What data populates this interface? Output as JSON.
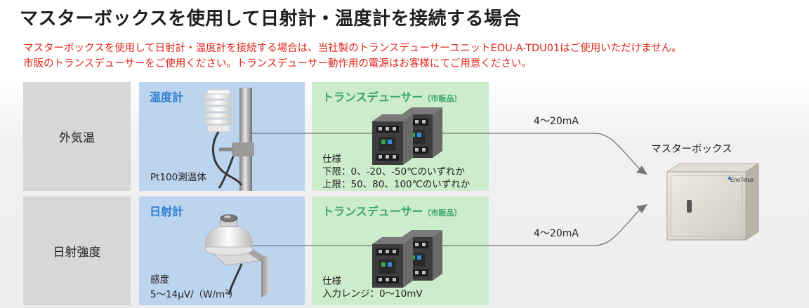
{
  "title": "マスターボックスを使用して日射計・温度計を接続する場合",
  "notice": {
    "line1": "マスターボックスを使用して日射計・温度計を接続する場合は、当社製のトランスデューサーユニットEOU-A-TDU01はご使用いただけません。",
    "line2": "市販のトランスデューサーをご使用ください。トランスデューサー動作用の電源はお客様にてご用意ください。"
  },
  "rows": [
    {
      "label": "外気温",
      "sensor": {
        "title": "温度計",
        "caption": "Pt100測温体"
      },
      "transducer": {
        "title": "トランスデューサー",
        "title_note": "（市販品）",
        "spec_heading": "仕様",
        "spec_lines": [
          "下限：0、-20、-50℃のいずれか",
          "上限：50、80、100℃のいずれか"
        ]
      },
      "signal": "4～20mA"
    },
    {
      "label": "日射強度",
      "sensor": {
        "title": "日射計",
        "caption_line1": "感度",
        "caption_line2": "5～14μV/（W/m",
        "caption_sup": "2",
        "caption_tail": "）"
      },
      "transducer": {
        "title": "トランスデューサー",
        "title_note": "（市販品）",
        "spec_heading": "仕様",
        "spec_lines": [
          "入力レンジ：0～10mV"
        ]
      },
      "signal": "4～20mA"
    }
  ],
  "master_box": {
    "label": "マスターボックス",
    "brand": "EneTelus"
  },
  "colors": {
    "notice": "#e0271b",
    "sensor_panel": "#bdd4ef",
    "transducer_panel": "#cdeccb",
    "label_panel": "#d7d7d7",
    "sensor_title": "#2c7fd0",
    "transducer_title": "#3aa56c"
  }
}
